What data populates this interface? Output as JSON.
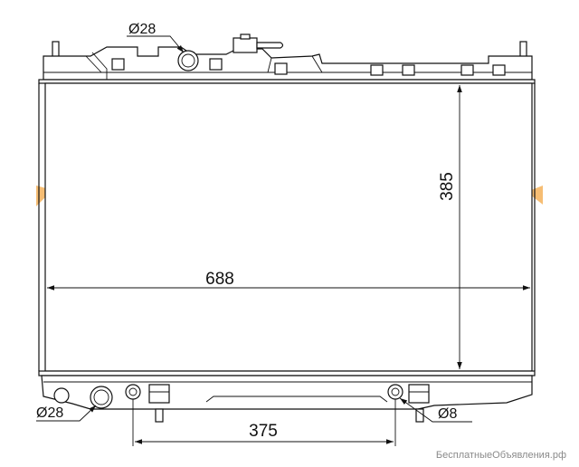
{
  "dimensions": {
    "width": "688",
    "height": "385",
    "pipe_spacing": "375",
    "inlet_diameter": "Ø28",
    "outlet_diameter": "Ø28",
    "drain_diameter": "Ø8"
  },
  "watermark": "БесплатныеОбъявления.рф",
  "colors": {
    "line": "#111111",
    "accent": "#f5b25a",
    "background": "#ffffff"
  }
}
